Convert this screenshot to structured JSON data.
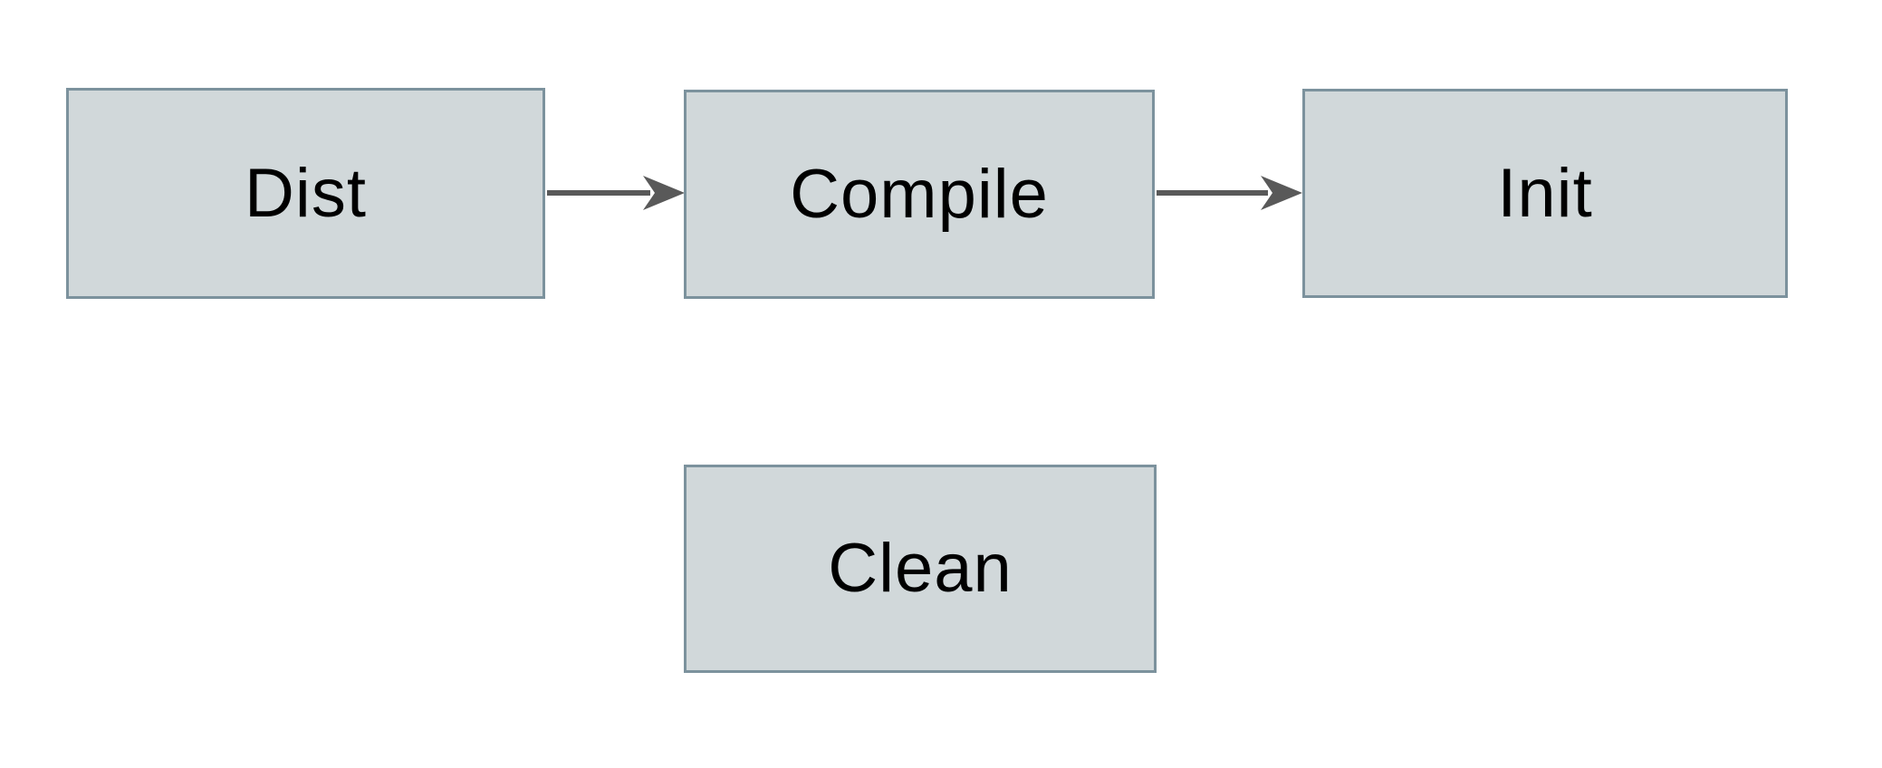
{
  "diagram": {
    "title": "",
    "nodes": [
      {
        "id": "dist",
        "label": "Dist"
      },
      {
        "id": "compile",
        "label": "Compile"
      },
      {
        "id": "init",
        "label": "Init"
      },
      {
        "id": "clean",
        "label": "Clean"
      }
    ],
    "edges": [
      {
        "from": "Dist",
        "to": "Compile",
        "style": "arrow"
      },
      {
        "from": "Compile",
        "to": "Init",
        "style": "arrow"
      }
    ],
    "colors": {
      "node_fill": "#D1D8DA",
      "node_border": "#7C929D",
      "arrow": "#595959",
      "text": "#000000",
      "background": "#FFFFFF"
    }
  }
}
